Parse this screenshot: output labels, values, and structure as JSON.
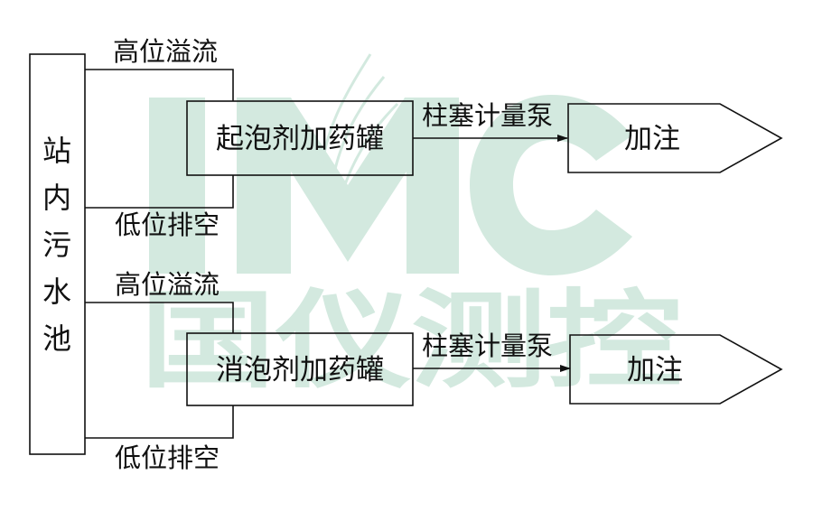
{
  "watermark": {
    "logo_text": "IMC",
    "sub_text": "国仪测控",
    "color": "#cfe6dc"
  },
  "colors": {
    "line": "#111111",
    "background": "#ffffff"
  },
  "pool": {
    "label": "站内污水池"
  },
  "branches": [
    {
      "overflow_label": "高位溢流",
      "drain_label": "低位排空",
      "tank_label": "起泡剂加药罐",
      "pump_label": "柱塞计量泵",
      "outlet_label": "加注"
    },
    {
      "overflow_label": "高位溢流",
      "drain_label": "低位排空",
      "tank_label": "消泡剂加药罐",
      "pump_label": "柱塞计量泵",
      "outlet_label": "加注"
    }
  ]
}
